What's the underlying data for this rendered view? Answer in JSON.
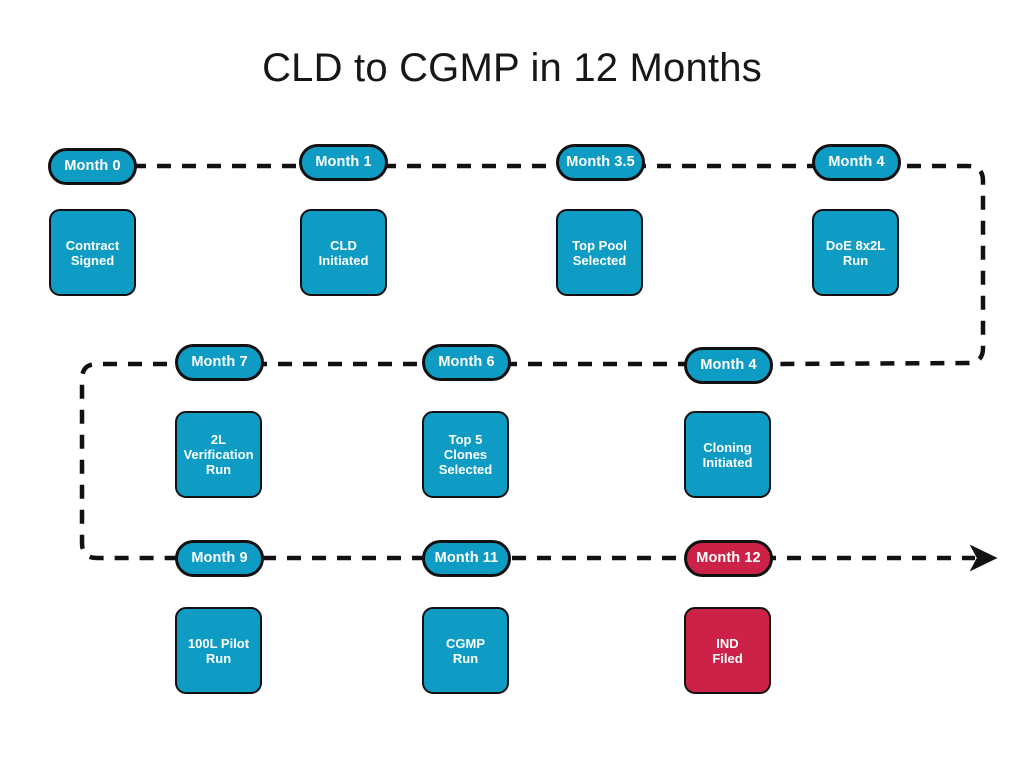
{
  "title": "CLD to CGMP in 12 Months",
  "colors": {
    "background": "#ffffff",
    "accent_teal": "#0e9cc5",
    "accent_red": "#cc2247",
    "outline": "#111111",
    "title_text": "#171717",
    "node_text": "#ffffff"
  },
  "chart_data": {
    "type": "timeline",
    "title": "CLD to CGMP in 12 Months",
    "rows": 3,
    "flow": [
      "row-1 left-to-right",
      "row-2 right-to-left",
      "row-3 left-to-right"
    ],
    "milestones": [
      {
        "id": "m0",
        "month_label": "Month 0",
        "event": "Contract\nSigned",
        "color": "#0e9cc5",
        "row": 1,
        "order": 1
      },
      {
        "id": "m1",
        "month_label": "Month 1",
        "event": "CLD\nInitiated",
        "color": "#0e9cc5",
        "row": 1,
        "order": 2
      },
      {
        "id": "m35",
        "month_label": "Month 3.5",
        "event": "Top Pool\nSelected",
        "color": "#0e9cc5",
        "row": 1,
        "order": 3
      },
      {
        "id": "m4a",
        "month_label": "Month 4",
        "event": "DoE 8x2L\nRun",
        "color": "#0e9cc5",
        "row": 1,
        "order": 4
      },
      {
        "id": "m4b",
        "month_label": "Month 4",
        "event": "Cloning\nInitiated",
        "color": "#0e9cc5",
        "row": 2,
        "order": 5
      },
      {
        "id": "m6",
        "month_label": "Month 6",
        "event": "Top 5\nClones\nSelected",
        "color": "#0e9cc5",
        "row": 2,
        "order": 6
      },
      {
        "id": "m7",
        "month_label": "Month 7",
        "event": "2L\nVerification\nRun",
        "color": "#0e9cc5",
        "row": 2,
        "order": 7
      },
      {
        "id": "m9",
        "month_label": "Month 9",
        "event": "100L Pilot\nRun",
        "color": "#0e9cc5",
        "row": 3,
        "order": 8
      },
      {
        "id": "m11",
        "month_label": "Month 11",
        "event": "CGMP\nRun",
        "color": "#0e9cc5",
        "row": 3,
        "order": 9
      },
      {
        "id": "m12",
        "month_label": "Month 12",
        "event": "IND\nFiled",
        "color": "#cc2247",
        "row": 3,
        "order": 10
      }
    ],
    "connector_style": "dashed",
    "terminator": "arrow-right"
  }
}
